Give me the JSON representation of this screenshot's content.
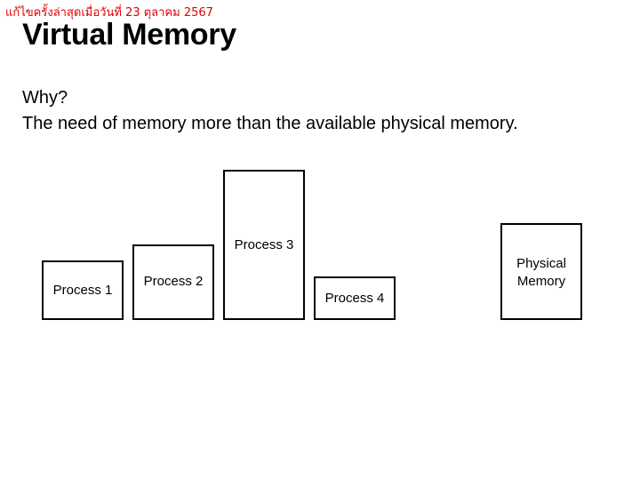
{
  "stamp": "แก้ไขครั้งล่าสุดเมื่อวันที่ 23 ตุลาคม 2567",
  "slide": {
    "title": "Virtual Memory",
    "lines": [
      "Why?",
      "The need of memory more than the available physical memory."
    ]
  },
  "diagram": {
    "processes": [
      "Process 1",
      "Process 2",
      "Process 3",
      "Process 4"
    ],
    "physical_memory": {
      "line1": "Physical",
      "line2": "Memory"
    }
  }
}
